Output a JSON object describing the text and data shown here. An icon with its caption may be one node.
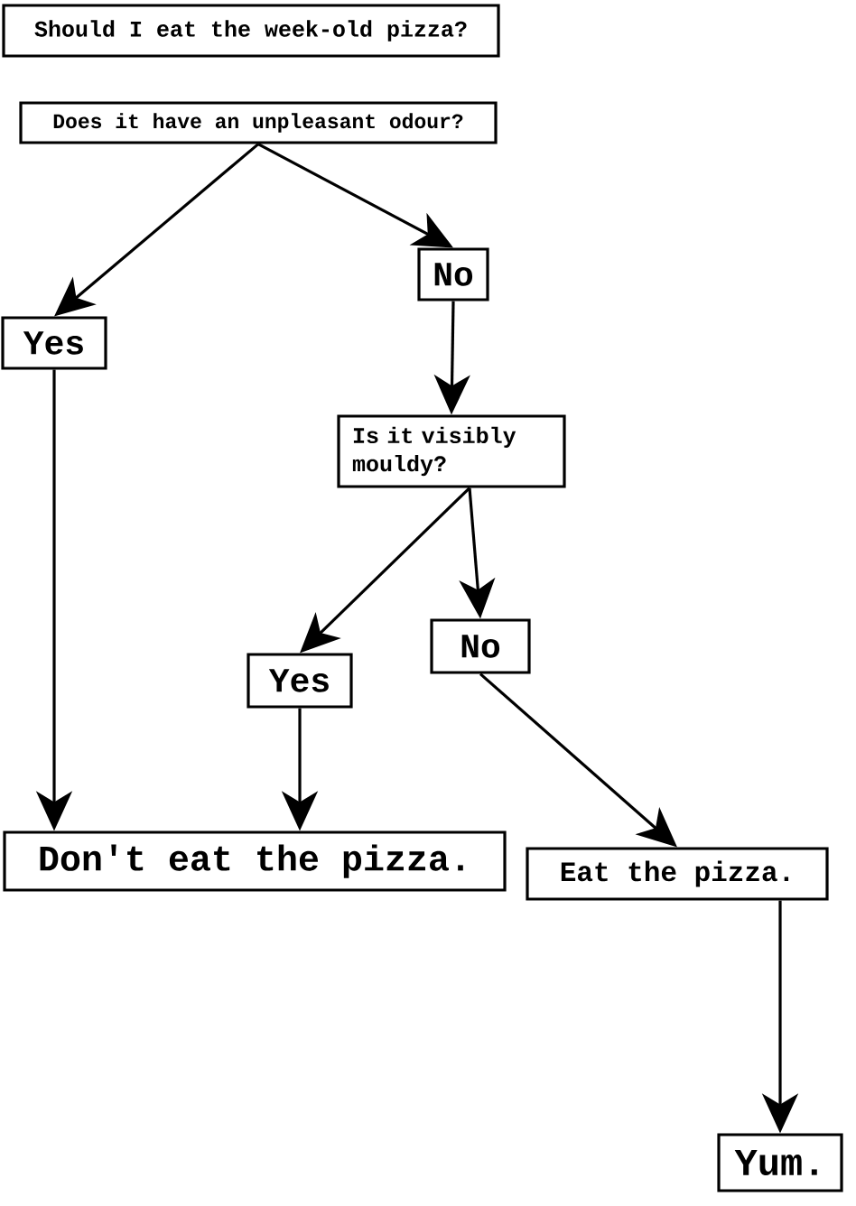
{
  "diagram": {
    "nodes": [
      {
        "text": [
          "Should I eat the week-old pizza?"
        ]
      },
      {
        "text": [
          "Does it have an unpleasant odour?"
        ]
      },
      {
        "text": [
          "Yes"
        ]
      },
      {
        "text": [
          "No"
        ]
      },
      {
        "text": [
          "Is it visibly mouldy?"
        ]
      },
      {
        "text": [
          "Yes"
        ]
      },
      {
        "text": [
          "No"
        ]
      },
      {
        "text": [
          "Don't eat the pizza."
        ]
      },
      {
        "text": [
          "Eat the pizza."
        ]
      },
      {
        "text": [
          "Yum."
        ]
      }
    ],
    "edges": [
      {
        "from": 1,
        "to": 2,
        "arrow": "to"
      },
      {
        "from": 1,
        "to": 3,
        "arrow": "to"
      },
      {
        "from": 3,
        "to": 4,
        "arrow": "to"
      },
      {
        "from": 4,
        "to": 5,
        "arrow": "to"
      },
      {
        "from": 4,
        "to": 6,
        "arrow": "to"
      },
      {
        "from": 2,
        "to": 7,
        "arrow": "to"
      },
      {
        "from": 5,
        "to": 7,
        "arrow": "to"
      },
      {
        "from": 6,
        "to": 8,
        "arrow": "to"
      },
      {
        "from": 8,
        "to": 9,
        "arrow": "to"
      }
    ]
  }
}
